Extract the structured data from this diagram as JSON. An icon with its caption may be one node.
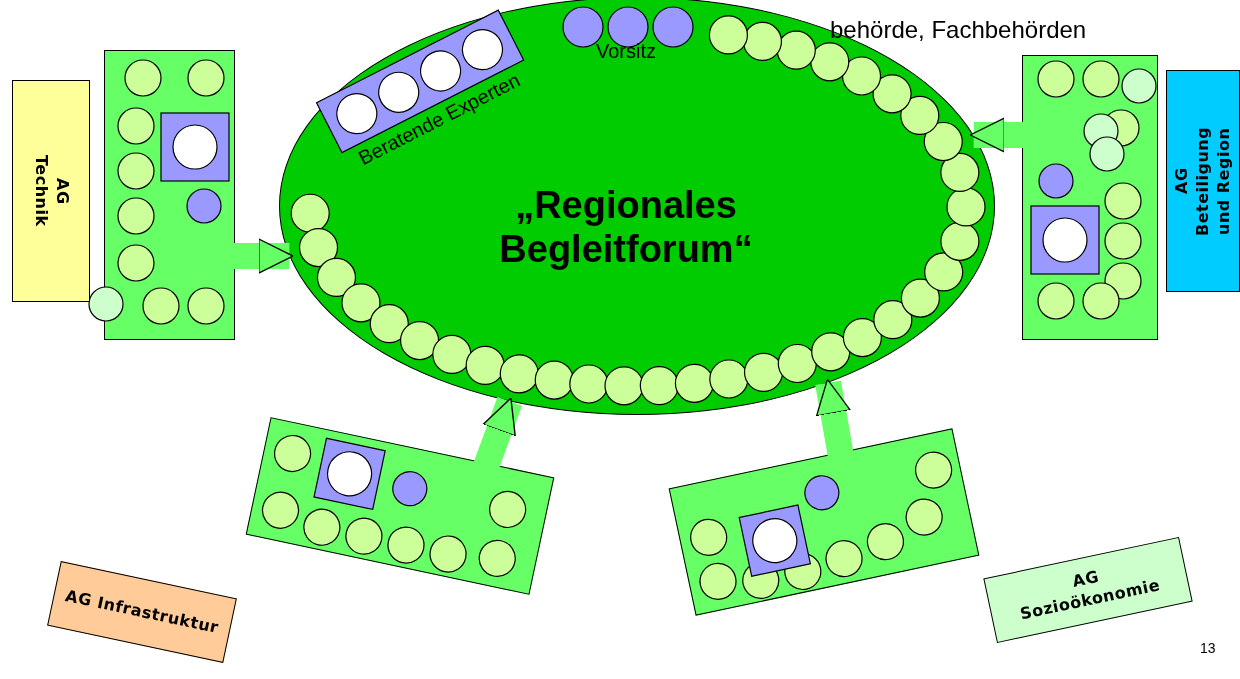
{
  "diagram": {
    "nodes": [
      {
        "text": [
          "„Regionales Begleitforum“"
        ]
      },
      {
        "text": [
          "Beratende Experten"
        ],
        "in": 0
      },
      {
        "text": [
          "AG Technik"
        ]
      },
      {
        "text": [],
        "shape": "box"
      },
      {
        "text": [],
        "shape": "box"
      },
      {
        "text": [
          "AG Beteiligung und Region"
        ]
      },
      {
        "text": [],
        "shape": "box"
      },
      {
        "text": [
          "AG Infrastruktur"
        ]
      },
      {
        "text": [],
        "shape": "box"
      },
      {
        "text": [
          "AG Sozioökonomie"
        ]
      }
    ],
    "edges": [
      {
        "from": 3,
        "to": 0,
        "arrow": "to"
      },
      {
        "from": 4,
        "to": 0,
        "arrow": "to"
      },
      {
        "from": 6,
        "to": 0,
        "arrow": "to"
      },
      {
        "from": 8,
        "to": 0,
        "arrow": "to"
      }
    ],
    "labels": [
      "Vorsitz",
      "behörde, Fachbehörden",
      "13"
    ]
  }
}
